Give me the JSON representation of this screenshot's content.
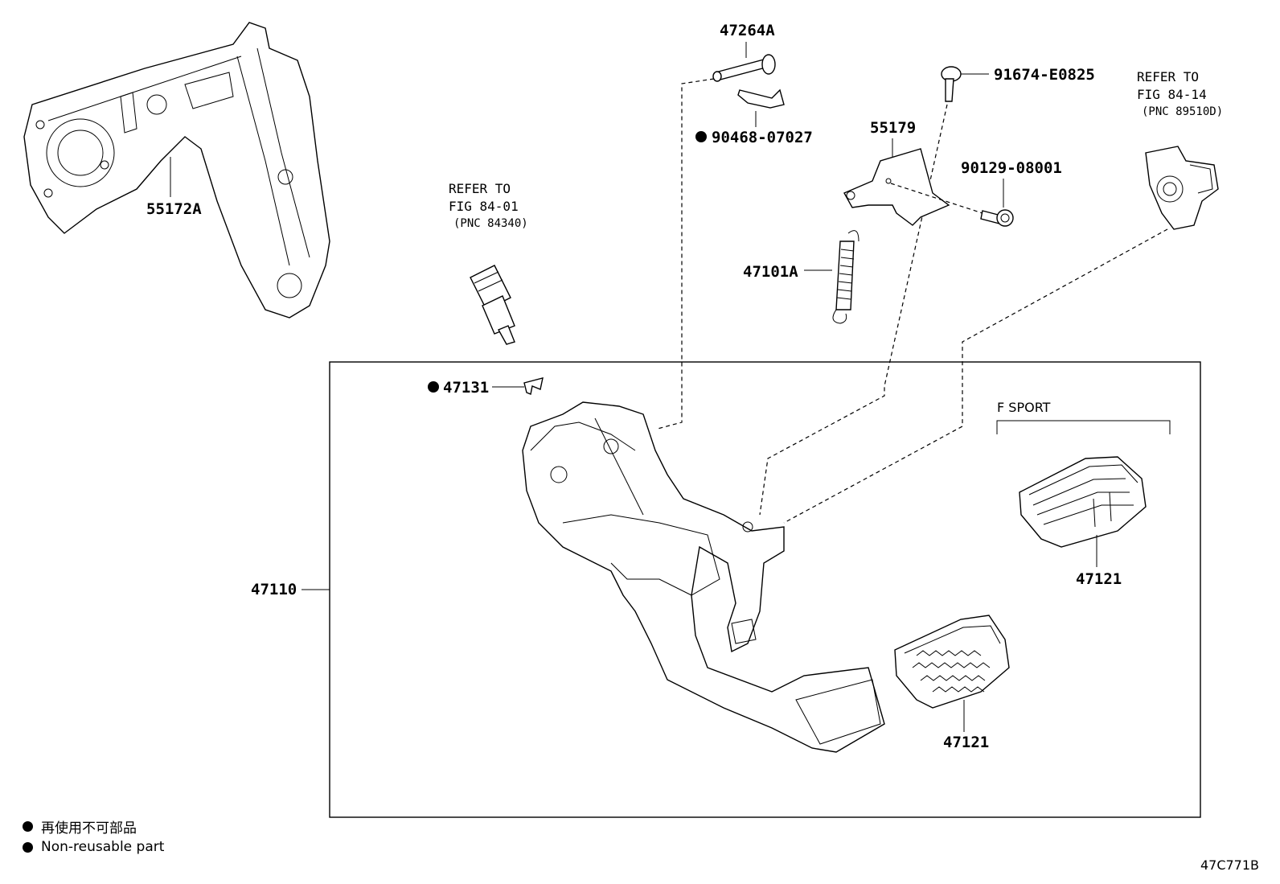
{
  "parts": {
    "p55172A": "55172A",
    "p47264A": "47264A",
    "p90468": "90468-07027",
    "p91674": "91674-E0825",
    "p55179": "55179",
    "p90129": "90129-08001",
    "p47101A": "47101A",
    "p47131": "47131",
    "p47110": "47110",
    "p47121_fsport": "47121",
    "p47121": "47121"
  },
  "refs": {
    "stop_switch": {
      "line1": "REFER TO",
      "line2": "FIG 84-01",
      "line3": "(PNC 84340)"
    },
    "sensor": {
      "line1": "REFER TO",
      "line2": "FIG 84-14",
      "line3": "(PNC 89510D)"
    }
  },
  "group_label": "F SPORT",
  "legend": {
    "jp": "再使用不可部品",
    "en": "Non-reusable part"
  },
  "diagram_code": "47C771B"
}
